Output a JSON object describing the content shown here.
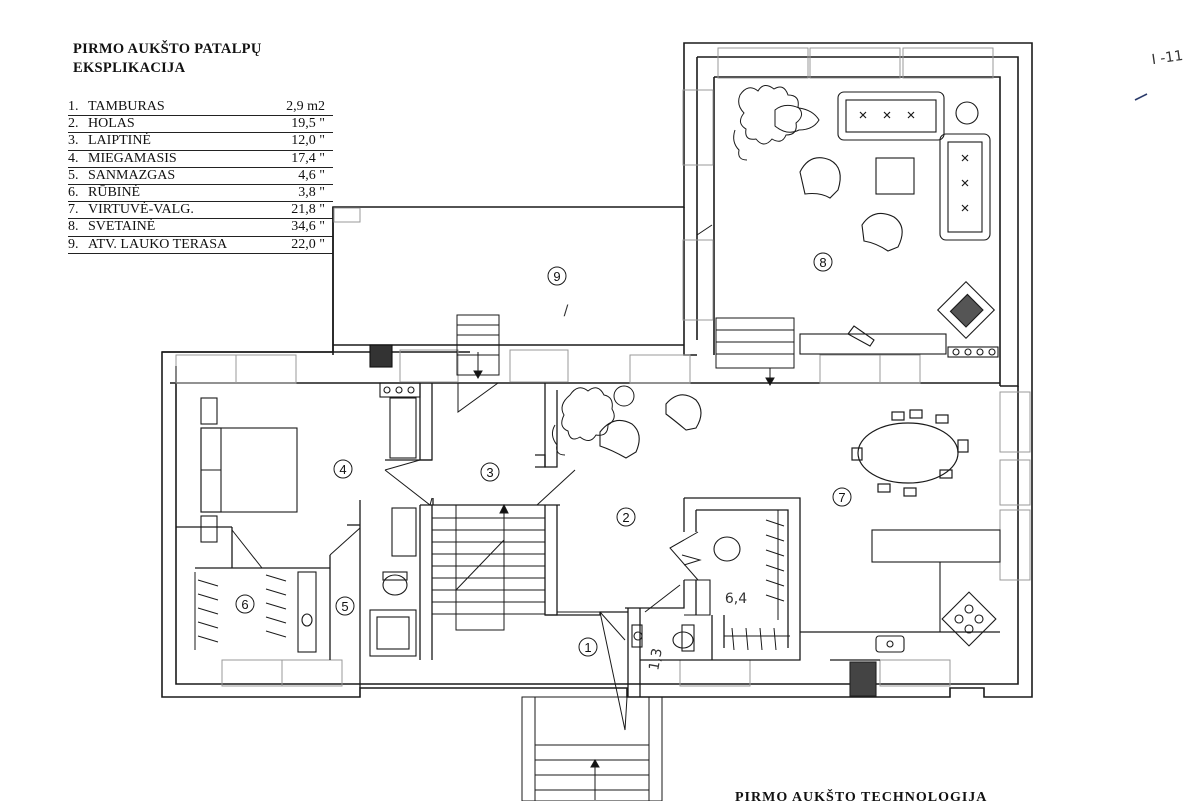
{
  "legend": {
    "title_line1": "PIRMO AUKŠTO PATALPŲ",
    "title_line2": "EKSPLIKACIJA",
    "rooms": [
      {
        "num": "1.",
        "name": "TAMBURAS",
        "area": "2,9 m2"
      },
      {
        "num": "2.",
        "name": "HOLAS",
        "area": "19,5 \""
      },
      {
        "num": "3.",
        "name": "LAIPTINĖ",
        "area": "12,0 \""
      },
      {
        "num": "4.",
        "name": "MIEGAMASIS",
        "area": "17,4 \""
      },
      {
        "num": "5.",
        "name": "SANMAZGAS",
        "area": "4,6 \""
      },
      {
        "num": "6.",
        "name": "RŪBINĖ",
        "area": "3,8 \""
      },
      {
        "num": "7.",
        "name": "VIRTUVĖ-VALG.",
        "area": "21,8 \""
      },
      {
        "num": "8.",
        "name": "SVETAINĖ",
        "area": "34,6 \""
      },
      {
        "num": "9.",
        "name": "ATV. LAUKO TERASA",
        "area": "22,0 \""
      }
    ]
  },
  "plan": {
    "room_labels": [
      "1",
      "2",
      "3",
      "4",
      "5",
      "6",
      "7",
      "8",
      "9"
    ],
    "handwritten": {
      "wc_area": "6,4",
      "small_wc_area": "1,3",
      "corner_note": "I -11",
      "terrace_tick": "/"
    }
  },
  "bottom_caption": "PIRMO AUKŠTO TECHNOLOGIJA"
}
